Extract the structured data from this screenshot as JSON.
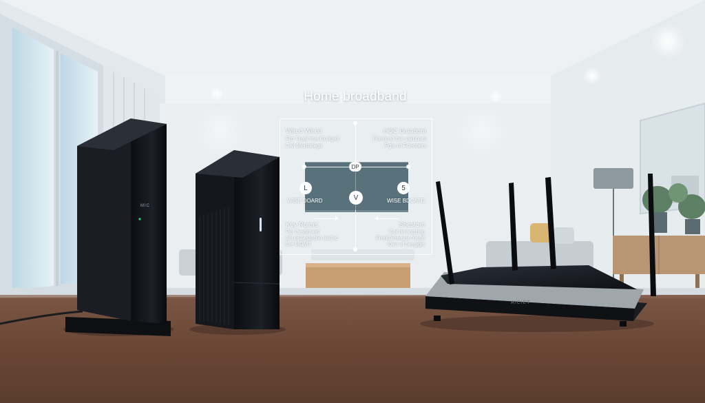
{
  "overlay": {
    "title": "Home broadband",
    "left_heading": "Wlred Wired",
    "left_subtext_1": "Fro Tropl irrel Corigelt",
    "left_subtext_2": "Civl Mertndags",
    "right_heading": "HQC Braadont",
    "right_subtext_1": "Foreiced the sarbbact",
    "right_subtext_2": "Pgle of Foecoers",
    "top_badge": "DP",
    "left_badge": "L",
    "center_badge": "V",
    "right_badge": "5",
    "left_mid_label": "WISE DOARD",
    "right_mid_label": "WISE BDCATD",
    "bottom_left_heading": "Key Rotors",
    "bottom_left_subtext_1": "Pcr destinvert",
    "bottom_left_subtext_2": "sbunnaedsdrie loatec",
    "bottom_left_subtext_3": "the MDMT",
    "bottom_right_heading": "Shestom",
    "bottom_right_subtext_1": "Col drrocdzing",
    "bottom_right_subtext_2": "Fredraineessr fosde",
    "bottom_right_subtext_3": "fowr of pergigis"
  },
  "devices": {
    "modem_label": "MIC",
    "router_label": "AICIET"
  },
  "colors": {
    "wall": "#e9eef1",
    "floor_table": "#6b4a3a",
    "device_black": "#14171c",
    "router_silver": "#a9b0b6"
  }
}
